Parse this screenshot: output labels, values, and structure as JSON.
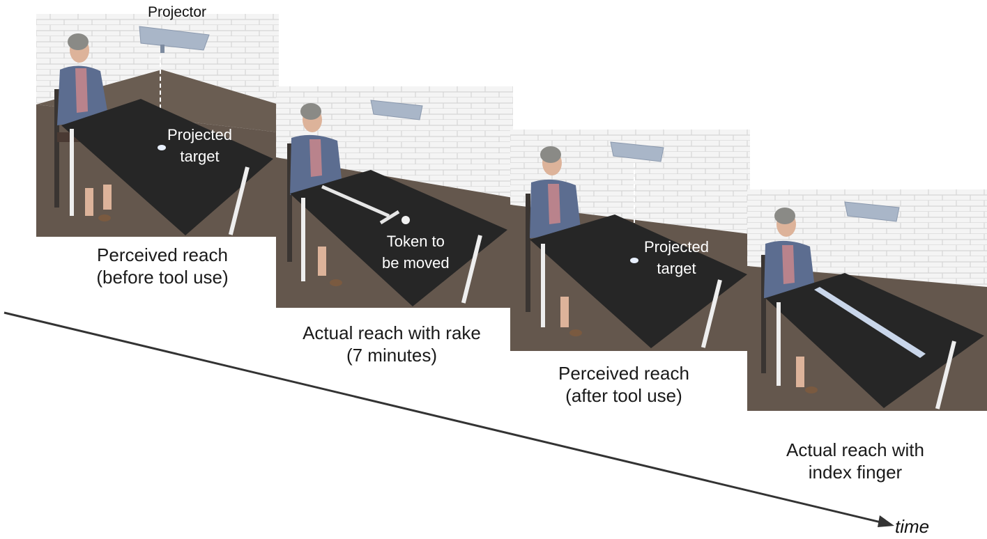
{
  "projector_label": "Projector",
  "time_label": "time",
  "panels": [
    {
      "caption": [
        "Perceived reach",
        "(before tool use)"
      ],
      "inner_label": [
        "Projected",
        "target"
      ],
      "tool": "projected-target"
    },
    {
      "caption": [
        "Actual reach with rake",
        "(7 minutes)"
      ],
      "inner_label": [
        "Token to",
        "be moved"
      ],
      "tool": "rake"
    },
    {
      "caption": [
        "Perceived reach",
        "(after tool use)"
      ],
      "inner_label": [
        "Projected",
        "target"
      ],
      "tool": "projected-target"
    },
    {
      "caption": [
        "Actual reach with",
        "index finger"
      ],
      "inner_label": [],
      "tool": "ruler"
    }
  ],
  "colors": {
    "floor": "#64574d",
    "wall": "#f3f3f3",
    "brick_line": "#dadada",
    "table": "#262626",
    "leg": "#eeeeee",
    "projector": "#a9b6c8",
    "jacket": "#5c6d90",
    "blouse": "#b9838c",
    "skin": "#ddb39a",
    "hair": "#8a8a86",
    "arrow": "#333333"
  }
}
